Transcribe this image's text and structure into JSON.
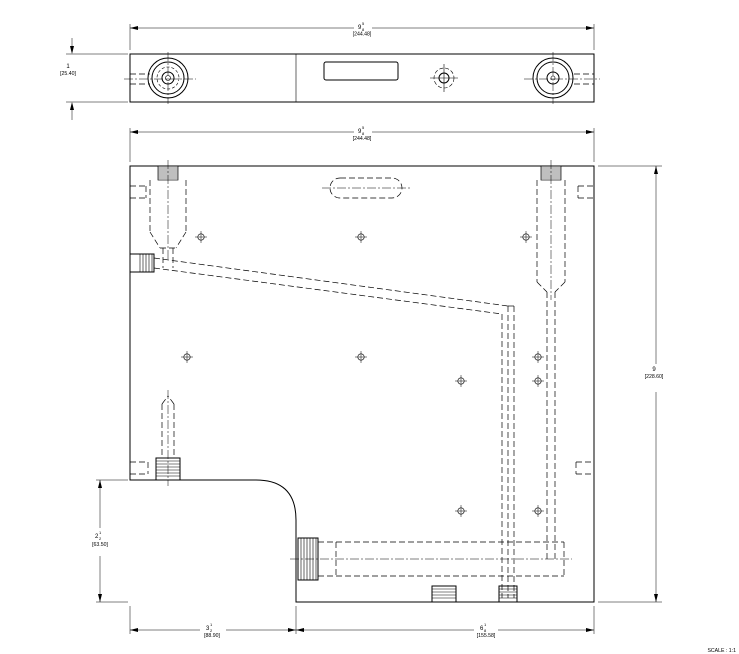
{
  "drawing": {
    "dimensions": {
      "top_width": {
        "whole": "9",
        "num": "5",
        "den": "8",
        "metric": "[244.48]"
      },
      "top_height": {
        "text": "1",
        "metric": "[25.40]"
      },
      "front_width": {
        "whole": "9",
        "num": "5",
        "den": "8",
        "metric": "[244.48]"
      },
      "front_height": {
        "text": "9",
        "metric": "[228.60]"
      },
      "step_height": {
        "whole": "2",
        "num": "1",
        "den": "2",
        "metric": "[63.50]"
      },
      "step_width": {
        "whole": "3",
        "num": "1",
        "den": "2",
        "metric": "[88.90]"
      },
      "remaining_width": {
        "whole": "6",
        "num": "1",
        "den": "8",
        "metric": "[155.58]"
      }
    },
    "scale_note": "SCALE : 1:1"
  }
}
